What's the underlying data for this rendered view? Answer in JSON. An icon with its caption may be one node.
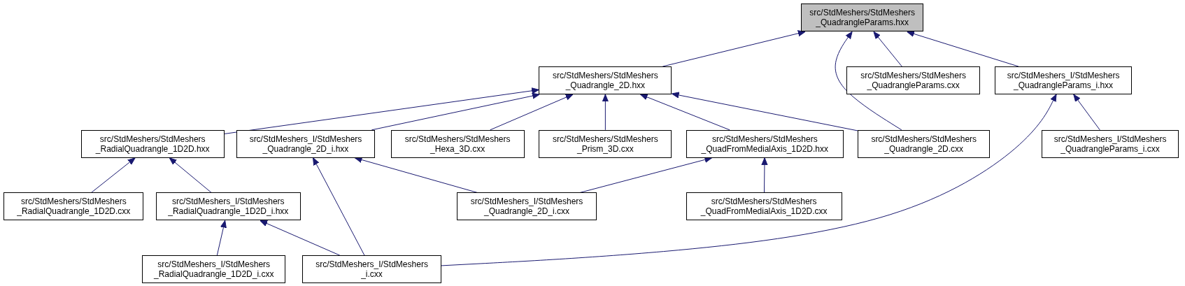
{
  "diagram": {
    "nodes": [
      {
        "text": [
          "src/StdMeshers/StdMeshers _QuadrangleParams.hxx"
        ]
      },
      {
        "text": [
          "src/StdMeshers/StdMeshers _Quadrangle_2D.hxx"
        ]
      },
      {
        "text": [
          "src/StdMeshers/StdMeshers _QuadrangleParams.cxx"
        ]
      },
      {
        "text": [
          "src/StdMeshers_I/StdMeshers _QuadrangleParams_i.hxx"
        ]
      },
      {
        "text": [
          "src/StdMeshers/StdMeshers _RadialQuadrangle_1D2D.hxx"
        ]
      },
      {
        "text": [
          "src/StdMeshers_I/StdMeshers _Quadrangle_2D_i.hxx"
        ]
      },
      {
        "text": [
          "src/StdMeshers/StdMeshers _Hexa_3D.cxx"
        ]
      },
      {
        "text": [
          "src/StdMeshers/StdMeshers _Prism_3D.cxx"
        ]
      },
      {
        "text": [
          "src/StdMeshers/StdMeshers _QuadFromMedialAxis_1D2D.hxx"
        ]
      },
      {
        "text": [
          "src/StdMeshers/StdMeshers _Quadrangle_2D.cxx"
        ]
      },
      {
        "text": [
          "src/StdMeshers_I/StdMeshers _QuadrangleParams_i.cxx"
        ]
      },
      {
        "text": [
          "src/StdMeshers/StdMeshers _RadialQuadrangle_1D2D.cxx"
        ]
      },
      {
        "text": [
          "src/StdMeshers_I/StdMeshers _RadialQuadrangle_1D2D_i.hxx"
        ]
      },
      {
        "text": [
          "src/StdMeshers_I/StdMeshers _Quadrangle_2D_i.cxx"
        ]
      },
      {
        "text": [
          "src/StdMeshers/StdMeshers _QuadFromMedialAxis_1D2D.cxx"
        ]
      },
      {
        "text": [
          "src/StdMeshers_I/StdMeshers _RadialQuadrangle_1D2D_i.cxx"
        ]
      },
      {
        "text": [
          "src/StdMeshers_I/StdMeshers _i.cxx"
        ]
      }
    ],
    "edges": [
      {
        "from": 1,
        "to": 0,
        "arrow": "to"
      },
      {
        "from": 2,
        "to": 0,
        "arrow": "to"
      },
      {
        "from": 3,
        "to": 0,
        "arrow": "to"
      },
      {
        "from": 9,
        "to": 0,
        "arrow": "to"
      },
      {
        "from": 4,
        "to": 1,
        "arrow": "to"
      },
      {
        "from": 5,
        "to": 1,
        "arrow": "to"
      },
      {
        "from": 6,
        "to": 1,
        "arrow": "to"
      },
      {
        "from": 7,
        "to": 1,
        "arrow": "to"
      },
      {
        "from": 8,
        "to": 1,
        "arrow": "to"
      },
      {
        "from": 9,
        "to": 1,
        "arrow": "to"
      },
      {
        "from": 16,
        "to": 3,
        "arrow": "to"
      },
      {
        "from": 10,
        "to": 3,
        "arrow": "to"
      },
      {
        "from": 11,
        "to": 4,
        "arrow": "to"
      },
      {
        "from": 12,
        "to": 4,
        "arrow": "to"
      },
      {
        "from": 13,
        "to": 5,
        "arrow": "to"
      },
      {
        "from": 16,
        "to": 5,
        "arrow": "to"
      },
      {
        "from": 13,
        "to": 8,
        "arrow": "to"
      },
      {
        "from": 14,
        "to": 8,
        "arrow": "to"
      },
      {
        "from": 15,
        "to": 12,
        "arrow": "to"
      },
      {
        "from": 16,
        "to": 12,
        "arrow": "to"
      }
    ]
  }
}
